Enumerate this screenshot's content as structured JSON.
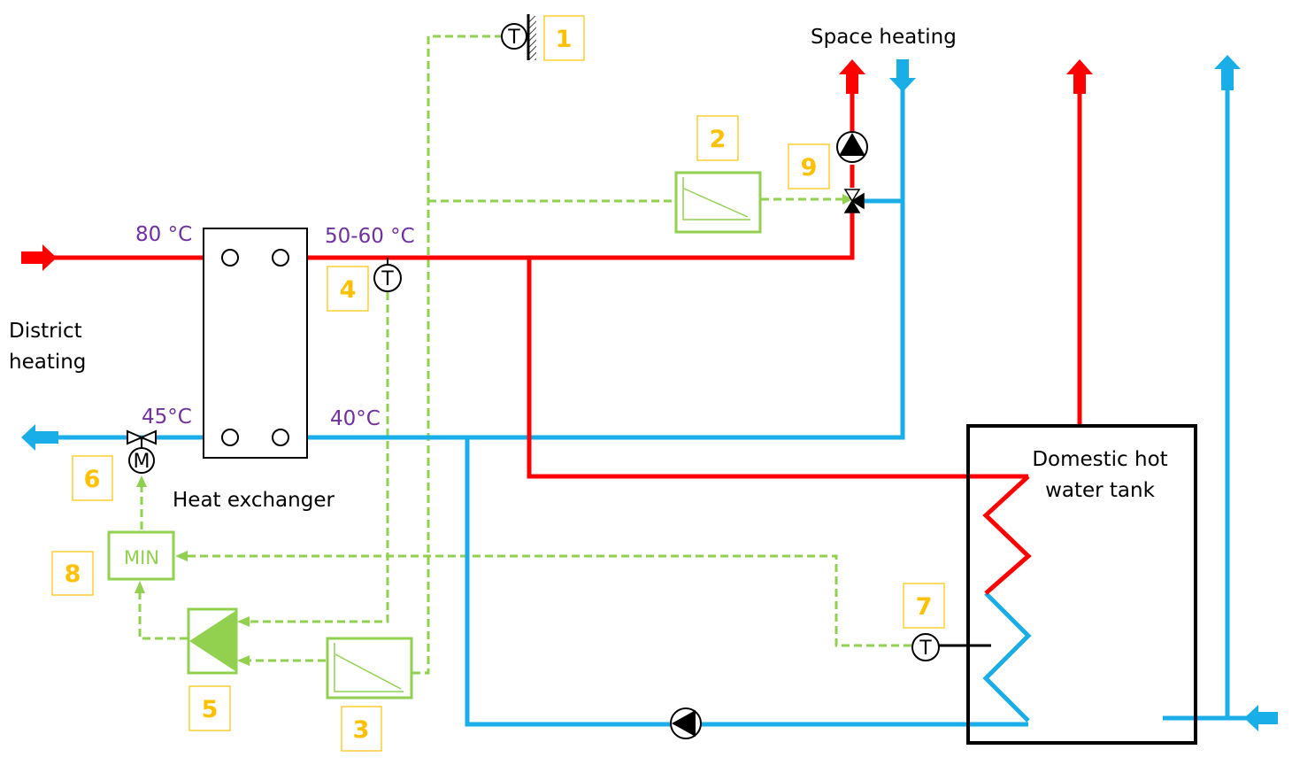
{
  "labels": {
    "space_heating": "Space heating",
    "district_heating_line1": "District",
    "district_heating_line2": "heating",
    "heat_exchanger": "Heat exchanger",
    "dhw_tank_line1": "Domestic hot",
    "dhw_tank_line2": "water tank"
  },
  "temperatures": {
    "supply_in": "80 °C",
    "supply_out": "50-60 °C",
    "return_out": "45°C",
    "return_in": "40°C"
  },
  "symbols": {
    "sensor": "T",
    "motor": "M",
    "min_block": "MIN"
  },
  "callouts": [
    "1",
    "2",
    "3",
    "4",
    "5",
    "6",
    "7",
    "8",
    "9"
  ],
  "colors": {
    "hot": "#ff0000",
    "cold": "#1aaee8",
    "control": "#92d050",
    "callout": "#ffc000",
    "temperature": "#7030a0"
  },
  "icons": [
    "thermostat-icon",
    "pump-icon",
    "three-way-valve-icon",
    "motor-valve-icon",
    "controller-curve-icon",
    "min-selector-icon",
    "pid-controller-icon",
    "arrow-icon"
  ]
}
